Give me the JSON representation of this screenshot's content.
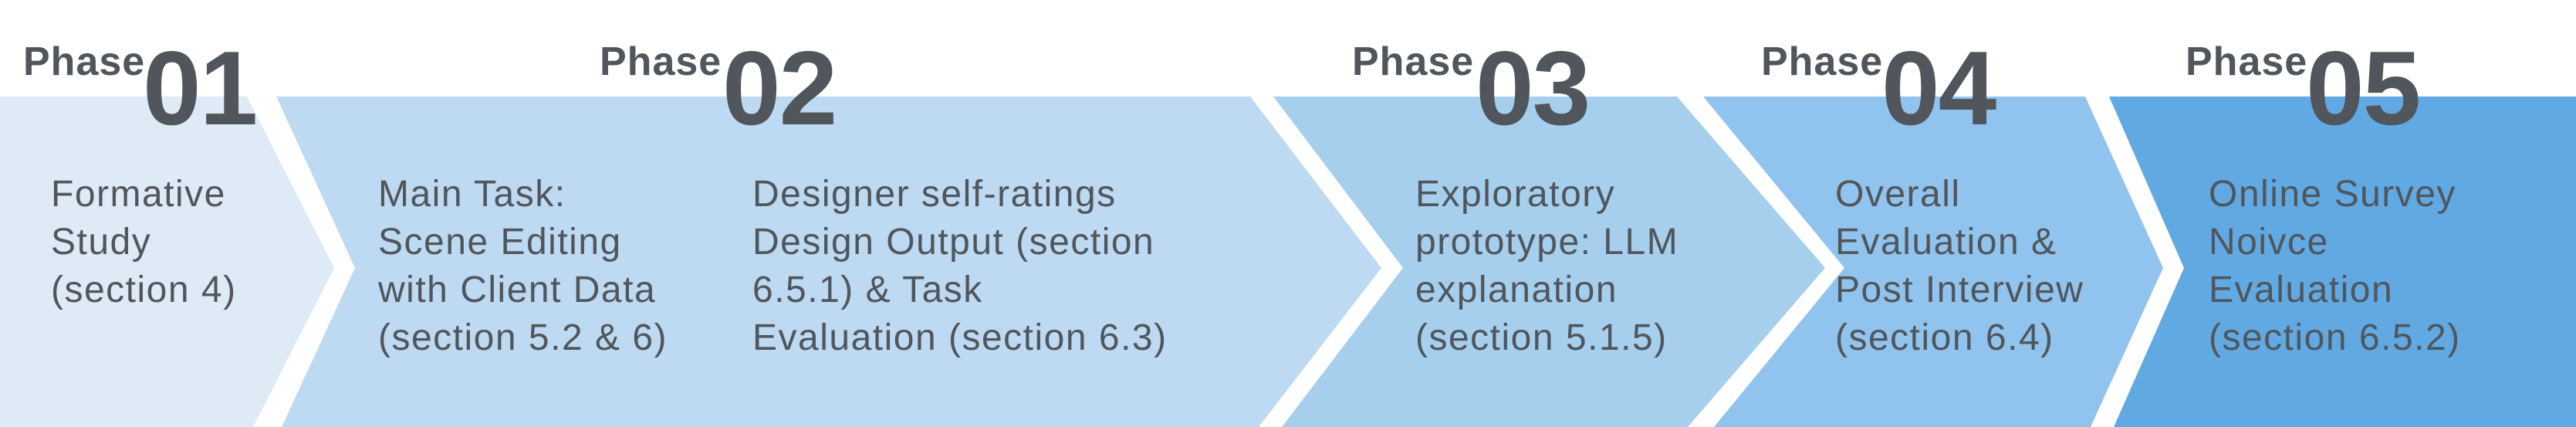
{
  "diagram": {
    "type": "process-flow-chevrons",
    "text_color": "#50565b",
    "separator_color": "#ffffff",
    "phases": [
      {
        "label": "Phase",
        "number": "01",
        "fill": "#dfeaf7",
        "blocks": [
          [
            "Formative",
            "Study",
            "(section 4)"
          ]
        ]
      },
      {
        "label": "Phase",
        "number": "02",
        "fill": "#bed9f2",
        "blocks": [
          [
            "Main Task:",
            "Scene Editing",
            "with Client Data",
            "(section 5.2 & 6)"
          ],
          [
            "Designer self-ratings",
            "Design Output (section",
            "6.5.1) & Task",
            "Evaluation (section 6.3)"
          ]
        ]
      },
      {
        "label": "Phase",
        "number": "03",
        "fill": "#a6cfee",
        "blocks": [
          [
            "Exploratory",
            "prototype: LLM",
            "explanation",
            "(section 5.1.5)"
          ]
        ]
      },
      {
        "label": "Phase",
        "number": "04",
        "fill": "#90c3ed",
        "blocks": [
          [
            "Overall",
            "Evaluation &",
            "Post Interview",
            "(section 6.4)"
          ]
        ]
      },
      {
        "label": "Phase",
        "number": "05",
        "fill": "#61a9e3",
        "blocks": [
          [
            "Online Survey",
            "Noivce",
            "Evaluation",
            "(section 6.5.2)"
          ]
        ]
      }
    ]
  }
}
